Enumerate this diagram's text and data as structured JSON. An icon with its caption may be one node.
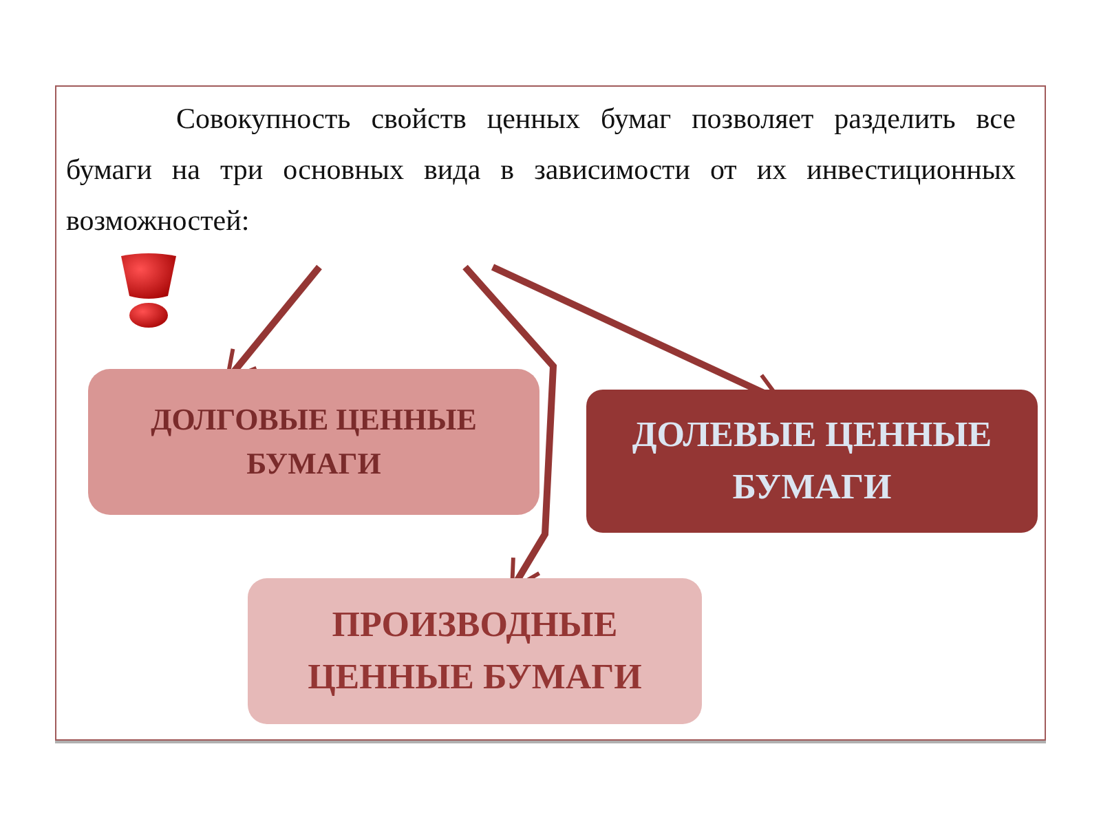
{
  "diagram": {
    "nodes": [
      {
        "text": [
          "Совокупность свойств ценных бумаг позволяет разделить все бумаги на три основных вида в зависимости от их инвестиционных возможностей:"
        ]
      },
      {
        "text": [
          "ДОЛГОВЫЕ ЦЕННЫЕ БУМАГИ"
        ]
      },
      {
        "text": [
          "ДОЛЕВЫЕ ЦЕННЫЕ БУМАГИ"
        ]
      },
      {
        "text": [
          "ПРОИЗВОДНЫЕ ЦЕННЫЕ БУМАГИ"
        ]
      }
    ],
    "edges": [
      {
        "from": 0,
        "to": 1,
        "arrow": "to"
      },
      {
        "from": 0,
        "to": 2,
        "arrow": "to"
      },
      {
        "from": 0,
        "to": 3,
        "arrow": "to"
      }
    ]
  }
}
